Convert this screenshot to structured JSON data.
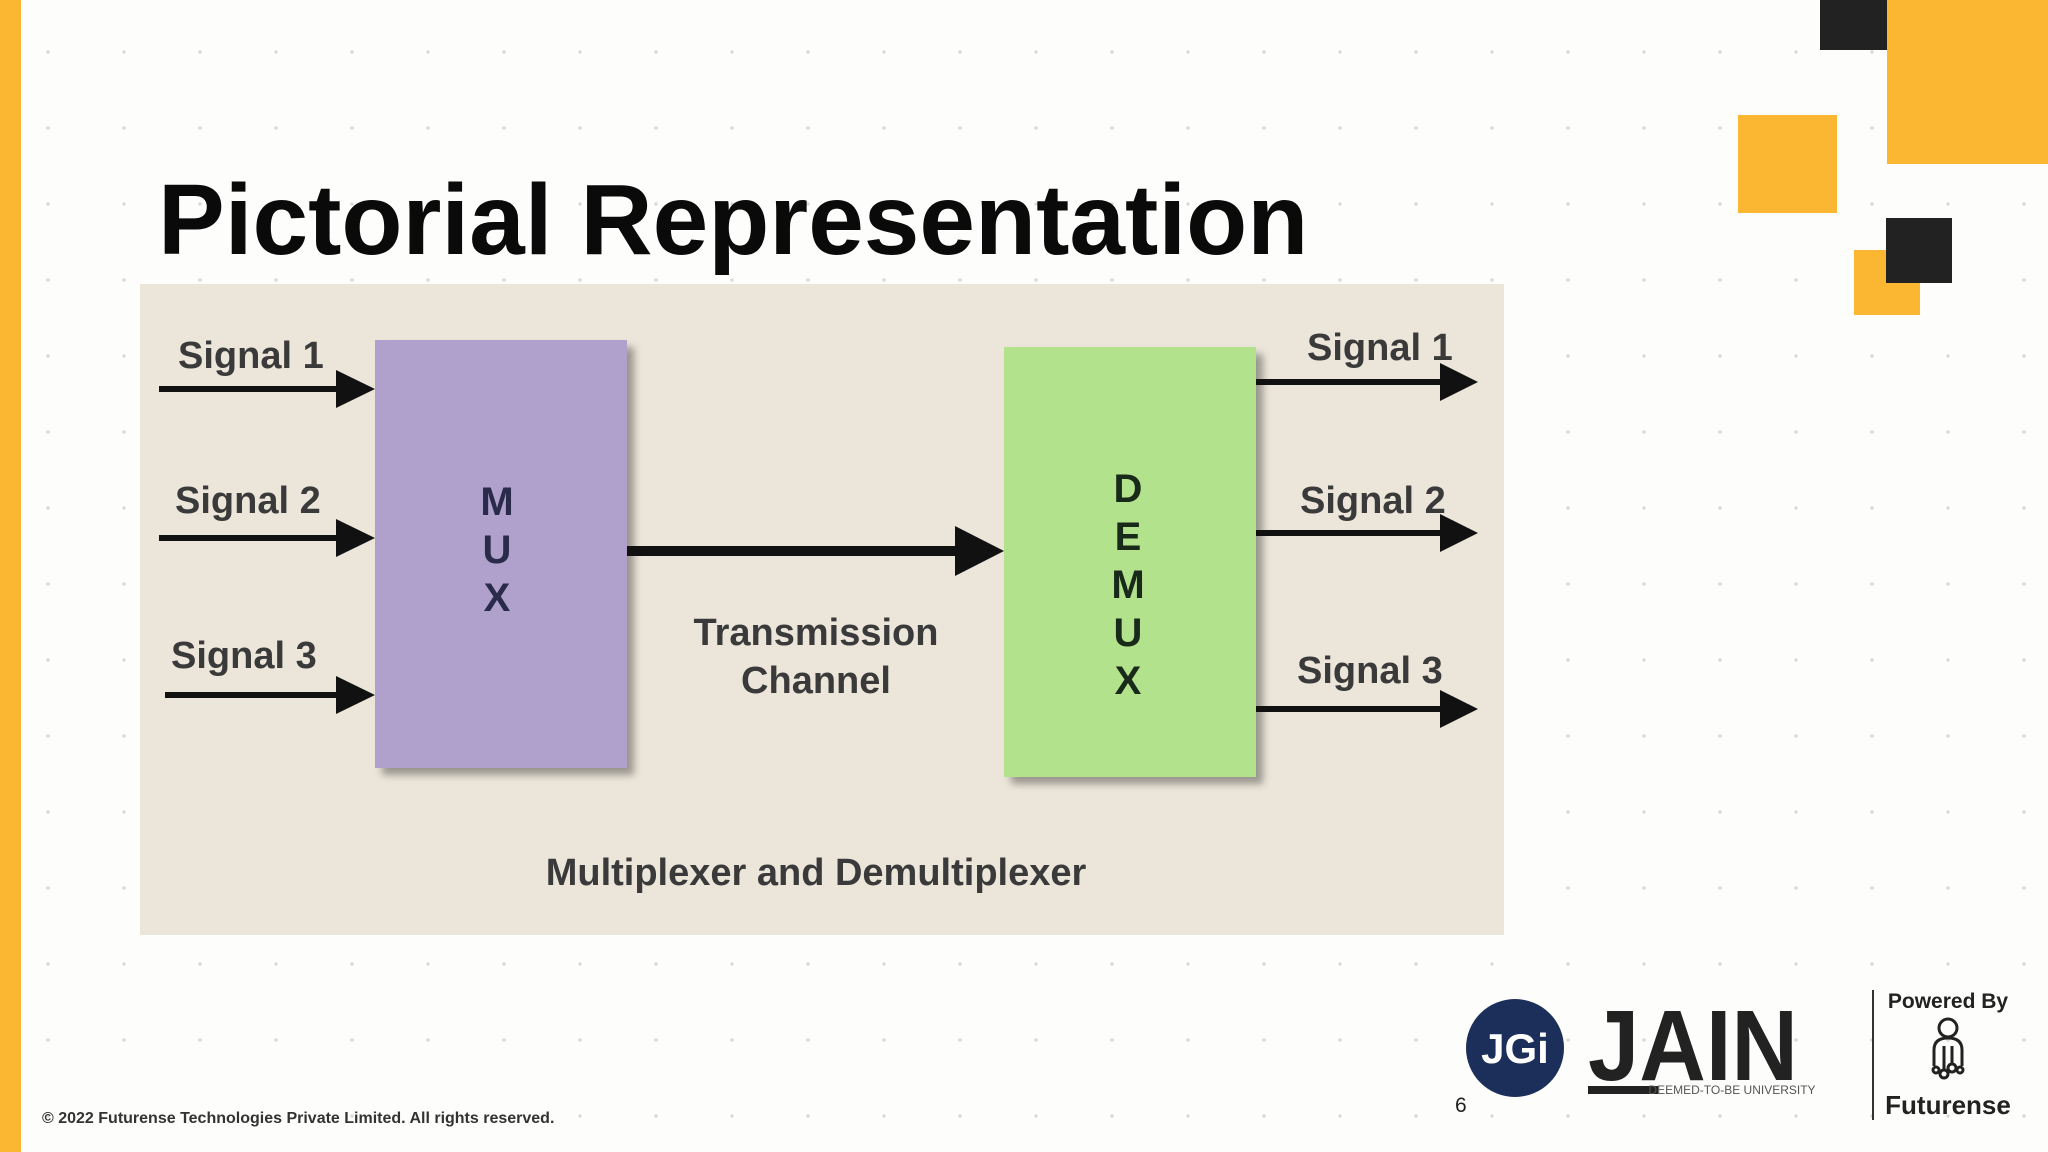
{
  "slide": {
    "title": "Pictorial Representation",
    "copyright": "© 2022 Futurense Technologies Private Limited. All rights reserved.",
    "page_number": "6"
  },
  "diagram": {
    "inputs": [
      "Signal 1",
      "Signal 2",
      "Signal 3"
    ],
    "outputs": [
      "Signal 1",
      "Signal 2",
      "Signal 3"
    ],
    "mux_letters": [
      "M",
      "U",
      "X"
    ],
    "demux_letters": [
      "D",
      "E",
      "M",
      "U",
      "X"
    ],
    "channel_label_line1": "Transmission",
    "channel_label_line2": "Channel",
    "caption": "Multiplexer and Demultiplexer"
  },
  "logos": {
    "jgi": "JGi",
    "jain": "JAIN",
    "jain_tagline": "DEEMED-TO-BE UNIVERSITY",
    "powered_by": "Powered By",
    "futurense": "Futurense"
  },
  "colors": {
    "accent": "#fbb731",
    "dark": "#222222",
    "mux_fill": "#afa1cc",
    "demux_fill": "#b3e28c",
    "diagram_bg": "#ece6da"
  }
}
